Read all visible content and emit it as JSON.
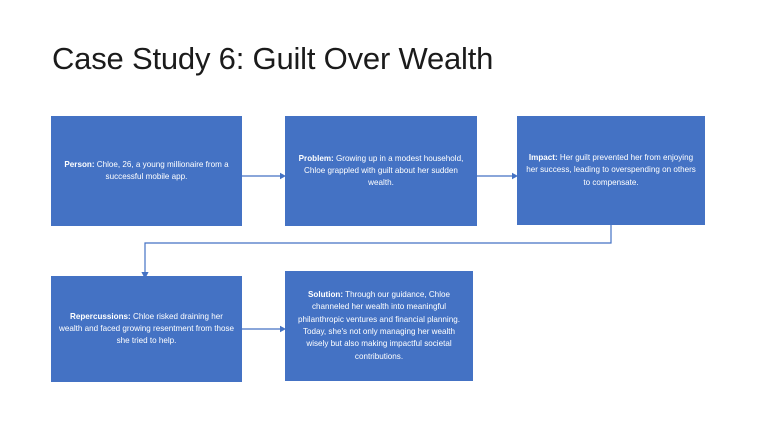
{
  "slide": {
    "title": "Case Study 6: Guilt Over Wealth",
    "background_color": "#ffffff",
    "box_fill_color": "#4472c4",
    "box_text_color": "#ffffff",
    "connector_color": "#4472c4",
    "title_color": "#1b1b1b"
  },
  "flow": {
    "boxes": [
      {
        "id": "person",
        "label": "Person:",
        "body": " Chloe, 26, a young millionaire from a successful mobile app.",
        "full_text": "Person: Chloe, 26, a young millionaire from a successful mobile app."
      },
      {
        "id": "problem",
        "label": "Problem:",
        "body": " Growing up in a modest household, Chloe grappled with guilt about her sudden wealth.",
        "full_text": "Problem: Growing up in a modest household, Chloe grappled with guilt about her sudden wealth."
      },
      {
        "id": "impact",
        "label": "Impact:",
        "body": " Her guilt prevented her from enjoying her success, leading to overspending on others to compensate.",
        "full_text": "Impact: Her guilt prevented her from enjoying her success, leading to overspending on others to compensate."
      },
      {
        "id": "repercussions",
        "label": "Repercussions:",
        "body": " Chloe risked draining her wealth and faced growing resentment from those she tried to help.",
        "full_text": "Repercussions: Chloe risked draining her wealth and faced growing resentment from those she tried to help."
      },
      {
        "id": "solution",
        "label": "Solution:",
        "body": " Through our guidance, Chloe channeled her wealth into meaningful philanthropic ventures and financial planning. Today, she's not only managing her wealth wisely but also making impactful societal contributions.",
        "full_text": "Solution: Through our guidance, Chloe channeled her wealth into meaningful philanthropic ventures and financial planning. Today, she's not only managing her wealth wisely but also making impactful societal contributions."
      }
    ],
    "connectors": [
      {
        "id": "person-to-problem",
        "from": "person",
        "to": "problem",
        "shape": "straight-arrow-right"
      },
      {
        "id": "problem-to-impact",
        "from": "problem",
        "to": "impact",
        "shape": "straight-arrow-right"
      },
      {
        "id": "impact-to-repercussions",
        "from": "impact",
        "to": "repercussions",
        "shape": "elbow-arrow-down"
      },
      {
        "id": "repercussions-to-solution",
        "from": "repercussions",
        "to": "solution",
        "shape": "straight-arrow-right"
      }
    ]
  }
}
